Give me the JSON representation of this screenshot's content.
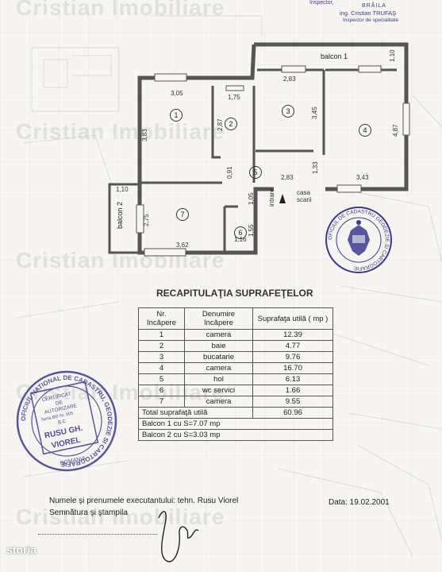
{
  "watermarks": [
    "Cristian Imobiliare",
    "Cristian Imobiliare",
    "Cristian Imobiliare",
    "Cristian Imobiliare",
    "Cristian Imobiliare"
  ],
  "header": {
    "line1": "Inspector,",
    "city": "BRĂILA",
    "name": "ing. Cristian TRUFAŞ",
    "role": "Inspector de specialitate"
  },
  "plan": {
    "balcony1_label": "balcon 1",
    "balcony2_label": "balcon 2",
    "entry_label": "intrare",
    "stair_label": "casa scarii",
    "rooms": [
      "1",
      "2",
      "3",
      "4",
      "5",
      "6",
      "7"
    ],
    "dimensions": {
      "d305": "3,05",
      "d175": "1,75",
      "d283a": "2,83",
      "d110a": "1,10",
      "d383": "3,83",
      "d287": "2,87",
      "d345": "3,45",
      "d487": "4,87",
      "d091": "0,91",
      "d283b": "2,83",
      "d133": "1,33",
      "d343": "3,43",
      "d110b": "1,10",
      "d275": "2,75",
      "d105": "1,05",
      "d155": "1,55",
      "d116": "1,16",
      "d362": "3,62"
    }
  },
  "summary": {
    "title": "RECAPITULAŢIA SUPRAFEŢELOR",
    "col1": "Nr. încăpere",
    "col2": "Denumire încăpere",
    "col3": "Suprafaţa utilă ( mp )",
    "rows": [
      {
        "nr": "1",
        "name": "camera",
        "area": "12.39"
      },
      {
        "nr": "2",
        "name": "baie",
        "area": "4.77"
      },
      {
        "nr": "3",
        "name": "bucatarie",
        "area": "9.76"
      },
      {
        "nr": "4",
        "name": "camera",
        "area": "16.70"
      },
      {
        "nr": "5",
        "name": "hol",
        "area": "6.13"
      },
      {
        "nr": "6",
        "name": "wc servici",
        "area": "1.66"
      },
      {
        "nr": "7",
        "name": "camera",
        "area": "9.55"
      }
    ],
    "total_label": "Total suprafaţă utilă",
    "total_value": "60.96",
    "balcon1": "Balcon 1 cu S=7.07 mp",
    "balcon2": "Balcon 2 cu S=3.03 mp"
  },
  "stamp_left": {
    "ring": "OFICIUL NATIONAL DE CADASTRU, GEODEZIE SI CARTOGRAFIE",
    "country": "ROMANIA",
    "cert1": "CERTIFICAT",
    "cert2": "DE",
    "cert3": "AUTORIZARE",
    "cert4": "Seria BR Nr. 005",
    "cert5": "B.C",
    "name1": "RUSU GH.",
    "name2": "VIOREL"
  },
  "stamp_right": {
    "ring": "OFICIUL DE CADASTRU GEODEZIE SI CARTOGRAFIE"
  },
  "footer": {
    "executant": "Numele şi prenumele executantului: tehn. Rusu Viorel",
    "semnatura": "Semnătura şi ştampila",
    "date": "Data: 19.02.2001"
  },
  "brand": "storia",
  "colors": {
    "wall": "#555555",
    "stamp": "#3b3a8f",
    "table_border": "#555555"
  }
}
